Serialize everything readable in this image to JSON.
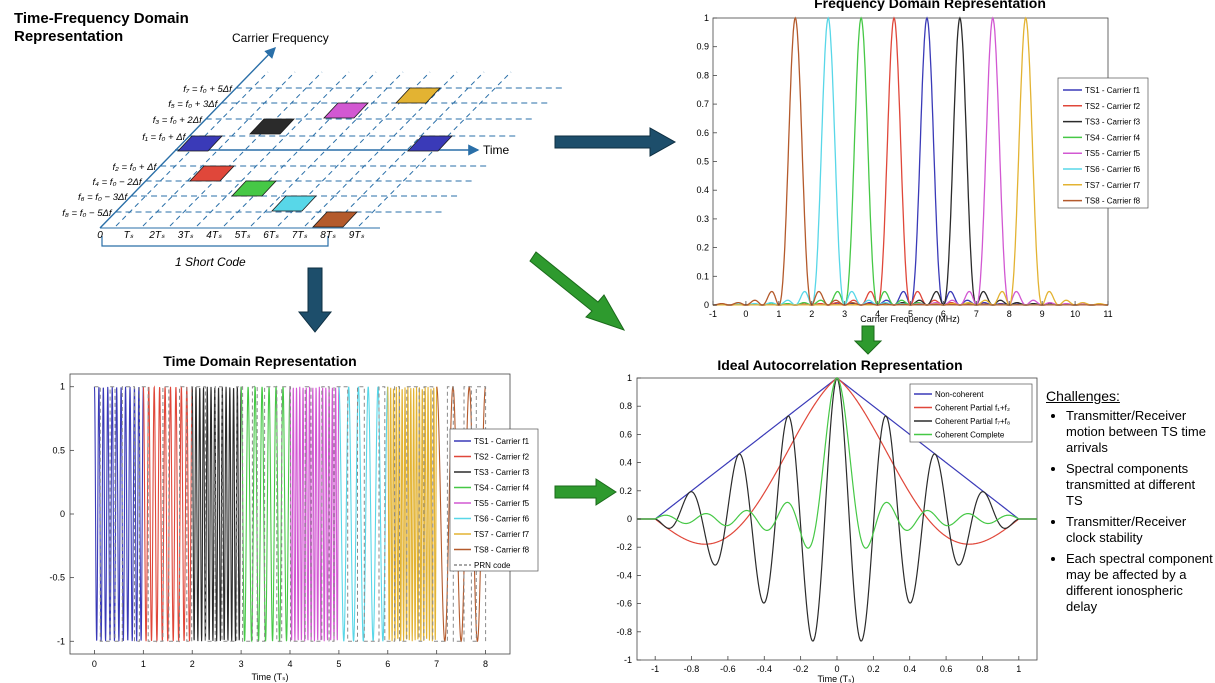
{
  "colors": {
    "ts1": "#3a3ab8",
    "ts2": "#e0473a",
    "ts3": "#2b2b2b",
    "ts4": "#46c846",
    "ts5": "#d258d2",
    "ts6": "#58d7e8",
    "ts7": "#e3b332",
    "ts8": "#b45a2c",
    "arrow_blue": "#1d4e6b",
    "arrow_green": "#2e9a2e",
    "prn": "#8a8a8a"
  },
  "tf_diagram": {
    "title_line1": "Time-Frequency Domain",
    "title_line2": "Representation",
    "carrier_axis_label": "Carrier Frequency",
    "time_axis_label": "Time",
    "freq_labels": [
      "f₇ = f₀ + 5Δf",
      "f₅ = f₀ + 3Δf",
      "f₃ = f₀ + 2Δf",
      "f₁ = f₀ + Δf",
      "f₂ = f₀ + Δf",
      "f₄ = f₀ − 2Δf",
      "f₆ = f₀ − 3Δf",
      "f₈ = f₀ − 5Δf"
    ],
    "time_ticks": [
      "0",
      "Tₛ",
      "2Tₛ",
      "3Tₛ",
      "4Tₛ",
      "5Tₛ",
      "6Tₛ",
      "7Tₛ",
      "8Tₛ",
      "9Tₛ"
    ],
    "short_code_label": "1 Short Code"
  },
  "freq_chart": {
    "chart_data": {
      "type": "line",
      "title": "Frequency Domain Representation",
      "xlabel": "Carrier Frequency (MHz)",
      "ylabel": "",
      "xlim": [
        -1,
        11
      ],
      "ylim": [
        0,
        1
      ],
      "x_ticks": [
        "-1",
        "0",
        "1",
        "2",
        "3",
        "4",
        "5",
        "6",
        "7",
        "8",
        "9",
        "10",
        "11"
      ],
      "y_ticks": [
        "0",
        "0.1",
        "0.2",
        "0.3",
        "0.4",
        "0.5",
        "0.6",
        "0.7",
        "0.8",
        "0.9",
        "1"
      ],
      "grid": false,
      "legend_position": "right",
      "series": [
        {
          "name": "TS1 - Carrier f1",
          "peak_x": 5.5,
          "peak_y": 1
        },
        {
          "name": "TS2 - Carrier f2",
          "peak_x": 4.5,
          "peak_y": 1
        },
        {
          "name": "TS3 - Carrier f3",
          "peak_x": 6.5,
          "peak_y": 1
        },
        {
          "name": "TS4 - Carrier f4",
          "peak_x": 3.5,
          "peak_y": 1
        },
        {
          "name": "TS5 - Carrier f5",
          "peak_x": 7.5,
          "peak_y": 1
        },
        {
          "name": "TS6 - Carrier f6",
          "peak_x": 2.5,
          "peak_y": 1
        },
        {
          "name": "TS7 - Carrier f7",
          "peak_x": 8.5,
          "peak_y": 1
        },
        {
          "name": "TS8 - Carrier f8",
          "peak_x": 1.5,
          "peak_y": 1
        }
      ]
    }
  },
  "time_chart": {
    "chart_data": {
      "type": "line",
      "title": "Time Domain Representation",
      "xlabel": "Time (Tₛ)",
      "ylabel": "",
      "xlim": [
        -0.5,
        8.5
      ],
      "ylim": [
        -1.1,
        1.1
      ],
      "x_ticks": [
        "0",
        "1",
        "2",
        "3",
        "4",
        "5",
        "6",
        "7",
        "8"
      ],
      "y_ticks": [
        "1",
        "0.5",
        "0",
        "-0.5",
        "-1"
      ],
      "grid": false,
      "legend_position": "right",
      "series": [
        {
          "name": "TS1 - Carrier f1",
          "t_start": 0,
          "t_end": 1
        },
        {
          "name": "TS2 - Carrier f2",
          "t_start": 1,
          "t_end": 2
        },
        {
          "name": "TS3 - Carrier f3",
          "t_start": 2,
          "t_end": 3
        },
        {
          "name": "TS4 - Carrier f4",
          "t_start": 3,
          "t_end": 4
        },
        {
          "name": "TS5 - Carrier f5",
          "t_start": 4,
          "t_end": 5
        },
        {
          "name": "TS6 - Carrier f6",
          "t_start": 5,
          "t_end": 6
        },
        {
          "name": "TS7 - Carrier f7",
          "t_start": 6,
          "t_end": 7
        },
        {
          "name": "TS8 - Carrier f8",
          "t_start": 7,
          "t_end": 8
        },
        {
          "name": "PRN code",
          "style": "dashed"
        }
      ]
    }
  },
  "autocorr_chart": {
    "chart_data": {
      "type": "line",
      "title": "Ideal Autocorrelation Representation",
      "xlabel": "Time (Tₛ)",
      "ylabel": "",
      "xlim": [
        -1.1,
        1.1
      ],
      "ylim": [
        -1,
        1
      ],
      "x_ticks": [
        "-1",
        "-0.8",
        "-0.6",
        "-0.4",
        "-0.2",
        "0",
        "0.2",
        "0.4",
        "0.6",
        "0.8",
        "1"
      ],
      "y_ticks": [
        "1",
        "0.8",
        "0.6",
        "0.4",
        "0.2",
        "0",
        "-0.2",
        "-0.4",
        "-0.6",
        "-0.8",
        "-1"
      ],
      "grid": false,
      "legend_position": "top-right",
      "series": [
        {
          "name": "Non-coherent",
          "x": [
            -1,
            0,
            1
          ],
          "y": [
            0,
            1,
            0
          ]
        },
        {
          "name": "Coherent Partial f₁+f₂"
        },
        {
          "name": "Coherent Partial f₇+f₈"
        },
        {
          "name": "Coherent Complete"
        }
      ]
    }
  },
  "challenges": {
    "title": "Challenges:",
    "items": [
      "Transmitter/Receiver motion between TS time arrivals",
      "Spectral components transmitted at different TS",
      "Transmitter/Receiver clock stability",
      "Each spectral component may be affected by a different ionospheric delay"
    ]
  }
}
